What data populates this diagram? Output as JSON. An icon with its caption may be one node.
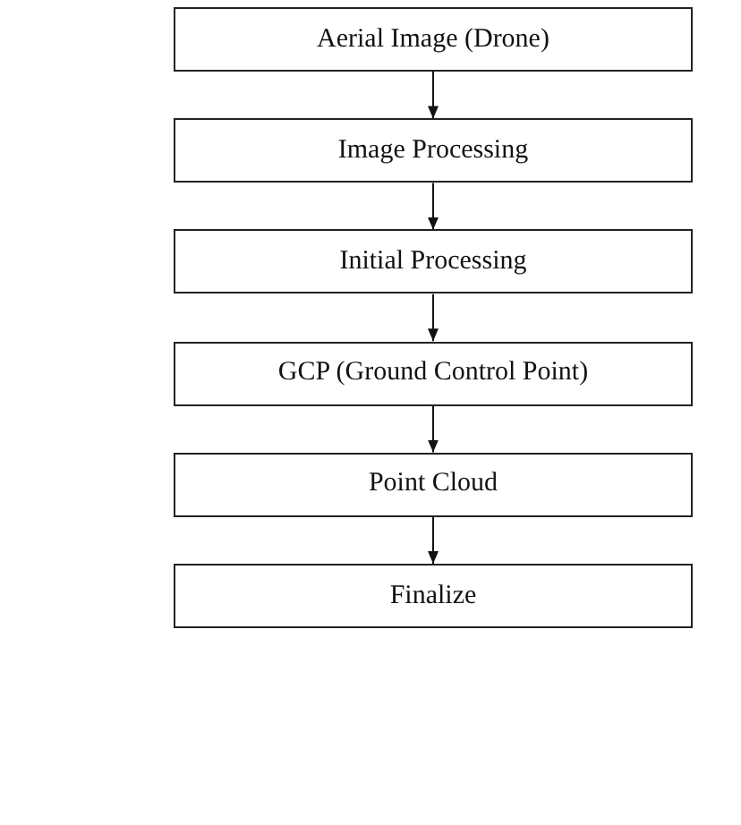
{
  "diagram": {
    "nodes": [
      {
        "text": [
          "Aerial Image (Drone)"
        ]
      },
      {
        "text": [
          "Image Processing"
        ]
      },
      {
        "text": [
          "Initial Processing"
        ]
      },
      {
        "text": [
          "GCP (Ground Control Point)"
        ]
      },
      {
        "text": [
          "Point Cloud"
        ]
      },
      {
        "text": [
          "Finalize"
        ]
      }
    ],
    "edges": [
      {
        "from": 0,
        "to": 1,
        "arrow": "to"
      },
      {
        "from": 1,
        "to": 2,
        "arrow": "to"
      },
      {
        "from": 2,
        "to": 3,
        "arrow": "to"
      },
      {
        "from": 3,
        "to": 4,
        "arrow": "to"
      },
      {
        "from": 4,
        "to": 5,
        "arrow": "to"
      }
    ]
  }
}
